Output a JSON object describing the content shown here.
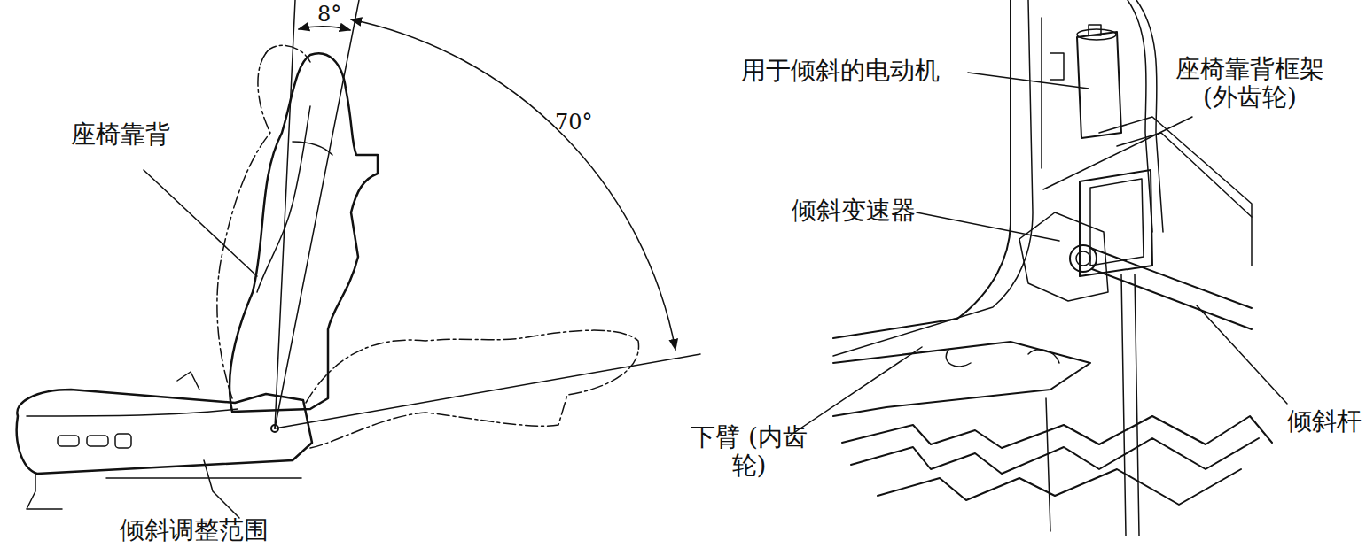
{
  "diagram": {
    "labels": [
      "8°",
      "70°",
      "座椅靠背",
      "倾斜调整范围",
      "用于倾斜的电动机",
      "座椅靠背框架 (外齿轮)",
      "倾斜变速器",
      "下臂 (内齿轮)",
      "倾斜杆"
    ]
  }
}
